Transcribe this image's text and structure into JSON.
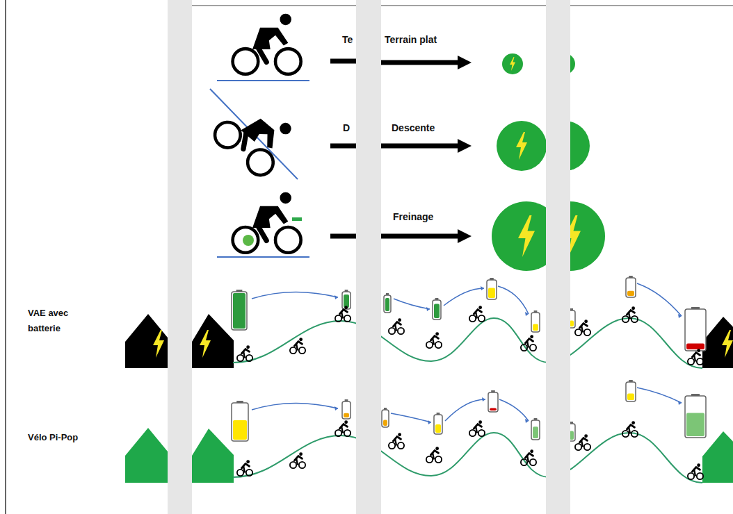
{
  "diagram": {
    "labels": [
      "Te",
      "Terrain plat",
      "D",
      "Descente",
      "Freinage",
      "VAE avec batterie",
      "Vélo Pi-Pop"
    ]
  }
}
